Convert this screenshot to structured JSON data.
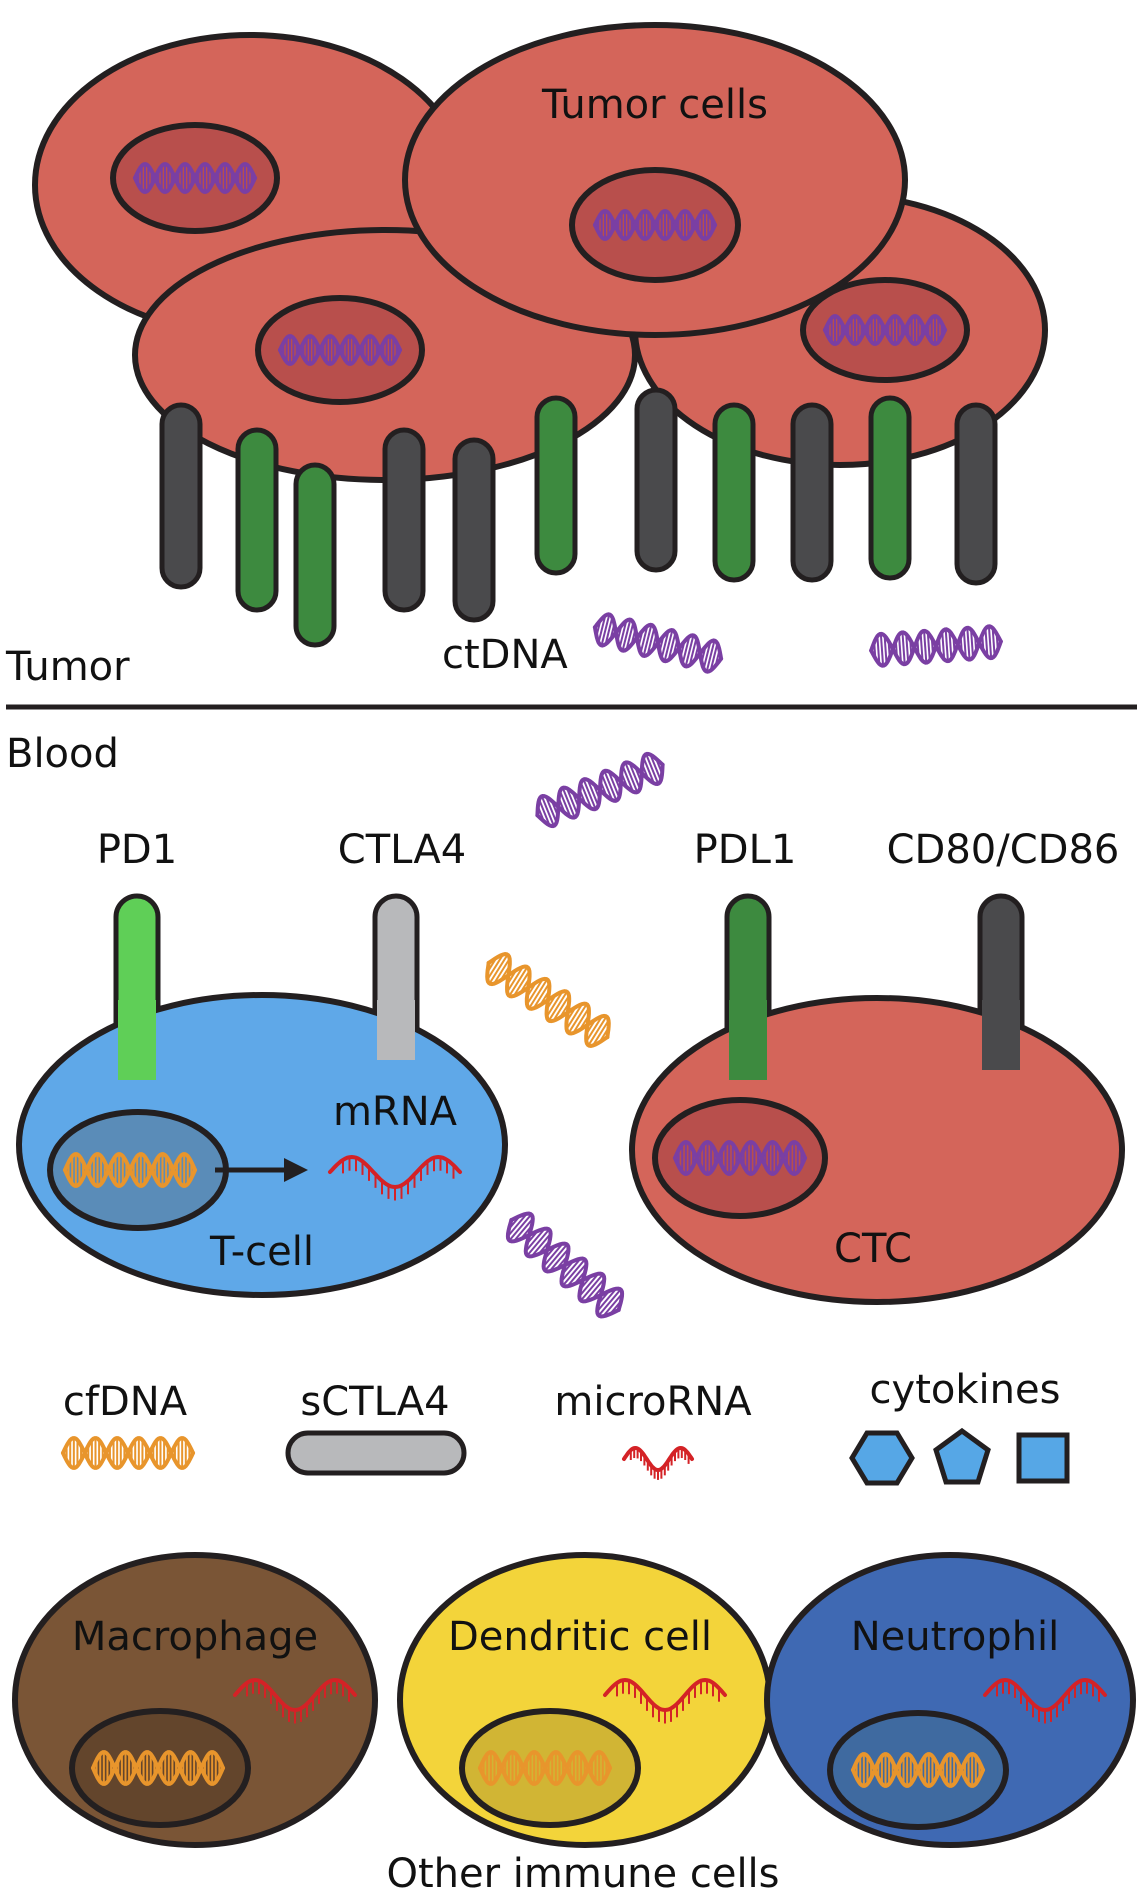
{
  "labels": {
    "tumor_cells": "Tumor cells",
    "ctdna": "ctDNA",
    "tumor": "Tumor",
    "blood": "Blood",
    "pd1": "PD1",
    "ctla4": "CTLA4",
    "pdl1": "PDL1",
    "cd80_cd86": "CD80/CD86",
    "mrna": "mRNA",
    "t_cell": "T-cell",
    "ctc": "CTC",
    "other_immune_cells": "Other immune cells"
  },
  "legend": {
    "cfdna": "cfDNA",
    "sctla4": "sCTLA4",
    "microrna": "microRNA",
    "cytokines": "cytokines"
  },
  "immune_cells": {
    "macrophage": "Macrophage",
    "dendritic_cell": "Dendritic cell",
    "neutrophil": "Neutrophil"
  },
  "colors": {
    "tumor_cell": "#d4655a",
    "nucleus_tumor": "#b84f4c",
    "receptor_dark": "#4a4a4c",
    "receptor_green": "#3d8a3f",
    "pd1_green": "#5fcf57",
    "ctla4_gray": "#b8b9bb",
    "t_cell": "#5fa8e8",
    "ctdna_purple": "#7a3fa3",
    "cfdna_orange": "#e8952c",
    "rna_red": "#d42226",
    "cytokine_blue": "#56a7e6",
    "macrophage": "#7a5536",
    "dendritic": "#f3d43a",
    "neutrophil": "#3f69b3",
    "outline": "#231f20"
  }
}
